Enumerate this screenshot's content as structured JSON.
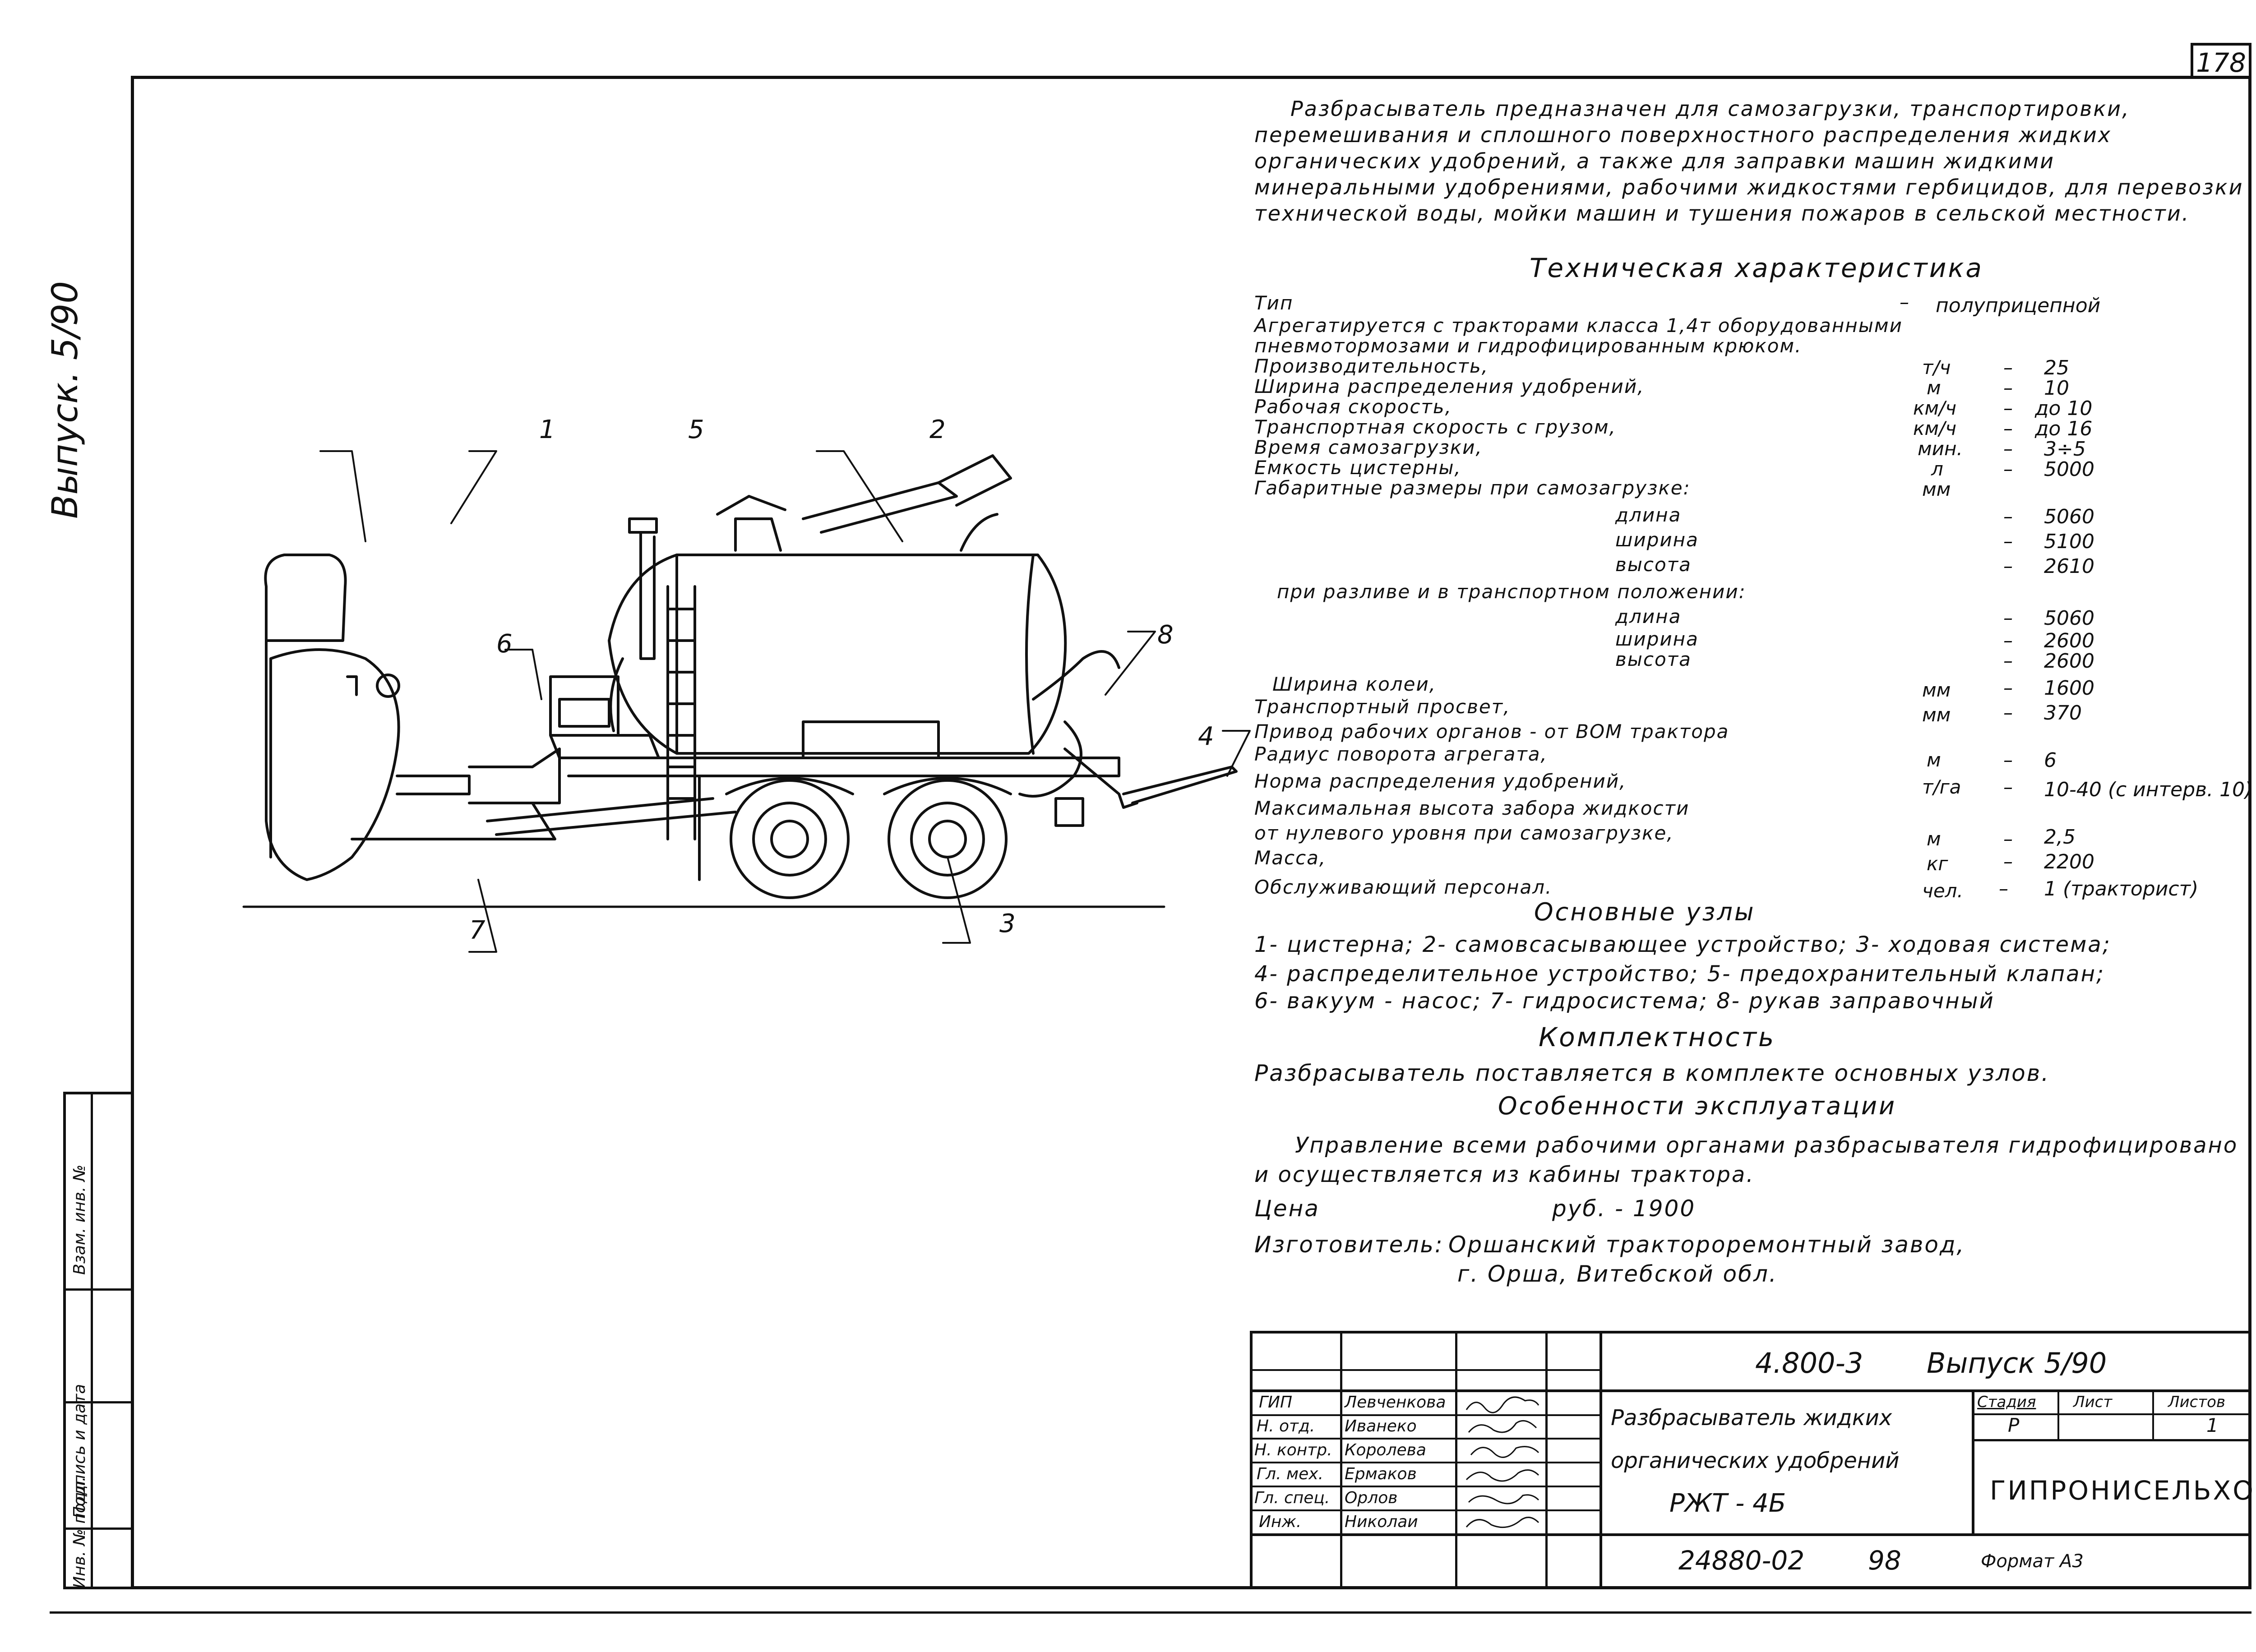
{
  "sheet_number": "178",
  "left_margin_release": "Выпуск. 5/90",
  "stamp_strip": {
    "inv_no_original": "Инв. № подл.",
    "signature_date": "Подпись и дата",
    "replaced_inv_no": "Взам. инв. №"
  },
  "intro": [
    "Разбрасыватель предназначен для самозагрузки, транспортировки,",
    "перемешивания и сплошного поверхностного распределения жидких",
    "органических удобрений, а также для заправки машин жидкими",
    "минеральными удобрениями, рабочими жидкостями гербицидов, для перевозки",
    "технической воды, мойки машин и тушения пожаров в сельской местности."
  ],
  "tech_heading": "Техническая характеристика",
  "specs": [
    {
      "label": "Тип",
      "unit": "",
      "dash": "–",
      "value": "полуприцепной"
    },
    {
      "label": "Агрегатируется с тракторами класса 1,4т оборудованными",
      "unit": "",
      "dash": "",
      "value": ""
    },
    {
      "label": "пневмотормозами и гидрофицированным крюком.",
      "unit": "",
      "dash": "",
      "value": ""
    },
    {
      "label": "Производительность,",
      "unit": "т/ч",
      "dash": "–",
      "value": "25"
    },
    {
      "label": "Ширина распределения удобрений,",
      "unit": "м",
      "dash": "–",
      "value": "10"
    },
    {
      "label": "Рабочая скорость,",
      "unit": "км/ч",
      "dash": "–",
      "value": "до 10"
    },
    {
      "label": "Транспортная скорость с грузом,",
      "unit": "км/ч",
      "dash": "–",
      "value": "до 16"
    },
    {
      "label": "Время самозагрузки,",
      "unit": "мин.",
      "dash": "–",
      "value": "3÷5"
    },
    {
      "label": "Емкость цистерны,",
      "unit": "л",
      "dash": "–",
      "value": "5000"
    },
    {
      "label": "Габаритные размеры при самозагрузке:",
      "unit": "мм",
      "dash": "",
      "value": ""
    },
    {
      "label": "длина",
      "unit": "",
      "dash": "–",
      "value": "5060"
    },
    {
      "label": "ширина",
      "unit": "",
      "dash": "–",
      "value": "5100"
    },
    {
      "label": "высота",
      "unit": "",
      "dash": "–",
      "value": "2610"
    },
    {
      "label": "при разливе и в транспортном положении:",
      "unit": "",
      "dash": "",
      "value": ""
    },
    {
      "label": "длина",
      "unit": "",
      "dash": "–",
      "value": "5060"
    },
    {
      "label": "ширина",
      "unit": "",
      "dash": "–",
      "value": "2600"
    },
    {
      "label": "высота",
      "unit": "",
      "dash": "–",
      "value": "2600"
    },
    {
      "label": "Ширина колеи,",
      "unit": "мм",
      "dash": "–",
      "value": "1600"
    },
    {
      "label": "Транспортный просвет,",
      "unit": "мм",
      "dash": "–",
      "value": "370"
    },
    {
      "label": "Привод рабочих органов - от ВОМ трактора",
      "unit": "",
      "dash": "",
      "value": ""
    },
    {
      "label": "Радиус поворота агрегата,",
      "unit": "м",
      "dash": "–",
      "value": "6"
    },
    {
      "label": "Норма распределения удобрений,",
      "unit": "т/га",
      "dash": "–",
      "value": "10-40 (с интерв. 10)"
    },
    {
      "label": "Максимальная высота забора жидкости",
      "unit": "",
      "dash": "",
      "value": ""
    },
    {
      "label": "от нулевого уровня при самозагрузке,",
      "unit": "м",
      "dash": "–",
      "value": "2,5"
    },
    {
      "label": "Масса,",
      "unit": "кг",
      "dash": "–",
      "value": "2200"
    },
    {
      "label": "Обслуживающий персонал.",
      "unit": "чел.",
      "dash": "–",
      "value": "1 (тракторист)"
    }
  ],
  "units_heading": "Основные узлы",
  "units_lines": [
    "1- цистерна; 2- самовсасывающее устройство; 3- ходовая система;",
    "4- распределительное устройство; 5- предохранительный клапан;",
    "6- вакуум - насос; 7- гидросистема; 8- рукав заправочный"
  ],
  "kit_heading": "Комплектность",
  "kit_text": "Разбрасыватель поставляется в комплекте основных узлов.",
  "ops_heading": "Особенности эксплуатации",
  "ops_lines": [
    "Управление всеми рабочими органами разбрасывателя гидрофицировано",
    "и осуществляется из кабины трактора."
  ],
  "price": {
    "label": "Цена",
    "value": "руб. - 1900"
  },
  "maker": {
    "label": "Изготовитель:",
    "line1": "Оршанский тракторoремонтный завод,",
    "line2": "г. Орша, Витебской обл."
  },
  "callouts": [
    "1",
    "5",
    "2",
    "6",
    "8",
    "4",
    "7",
    "3"
  ],
  "title_block": {
    "doc_code": "4.800-3",
    "release": "Выпуск 5/90",
    "title_lines": [
      "Разбрасыватель жидких",
      "органических удобрений",
      "РЖТ - 4Б"
    ],
    "stage_header": "Стадия",
    "sheet_header": "Лист",
    "sheets_header": "Листов",
    "stage_value": "Р",
    "sheets_value": "1",
    "org": "ГИПРОНИСЕЛЬХОЗ",
    "roles": [
      {
        "role": "ГИП",
        "name": "Левченкова"
      },
      {
        "role": "Н. отд.",
        "name": "Иванеко"
      },
      {
        "role": "Н. контр.",
        "name": "Королева"
      },
      {
        "role": "Гл. мех.",
        "name": "Ермаков"
      },
      {
        "role": "Гл. спец.",
        "name": "Орлов"
      },
      {
        "role": "Инж.",
        "name": "Николаи"
      }
    ],
    "bottom_code": "24880-02",
    "bottom_page": "98",
    "format": "Формат А3"
  }
}
